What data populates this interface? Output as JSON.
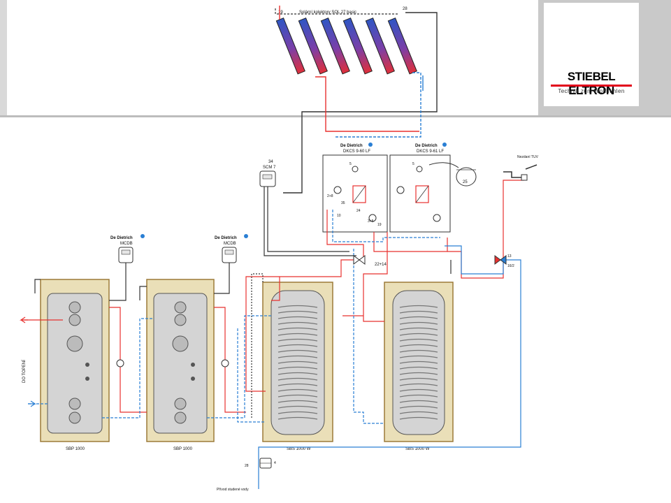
{
  "brand": {
    "name": "STIEBEL ELTRON",
    "tagline": "Technik zum Wohlfühlen",
    "accent": "#e2001a"
  },
  "colors": {
    "hot": "#e8312f",
    "cold": "#2a7fd4",
    "dark": "#333333",
    "insulation": "#eadfb8",
    "insulation_frame": "#9c7a38",
    "tank": "#d4d4d4"
  },
  "diagram": {
    "collector_title": "Solární kolektory SOL 27 basic",
    "collector_tag_left": "19",
    "collector_tag_right": "28",
    "station1_brand": "De Dietrich",
    "station1_title": "DKCS 9-60 LF",
    "station2_brand": "De Dietrich",
    "station2_title": "DKCS 9-61 LF",
    "controller_number": "34",
    "controller_label": "SCM 7",
    "mcdb_brand": "De Dietrich",
    "mcdb_label": "MCDB",
    "expansion_vessel": "25",
    "mixing_tag": "22+14",
    "tuv_label": "Nezdaní TUV",
    "tuv_tag": "13",
    "tuv_tag2": "16/2",
    "heating_label": "DO TOPENÍ",
    "tank1_label": "SBP 1000",
    "tank2_label": "SBP 1000",
    "tank3_label": "SBS 1000 W",
    "tank4_label": "SBS 1000 W",
    "cold_water_label": "Přívod studené vody",
    "cold_water_tag1": "28",
    "cold_water_tag2": "4",
    "station_numbers": [
      "5",
      "5",
      "2+8",
      "35",
      "24",
      "10",
      "3+5",
      "19"
    ]
  }
}
